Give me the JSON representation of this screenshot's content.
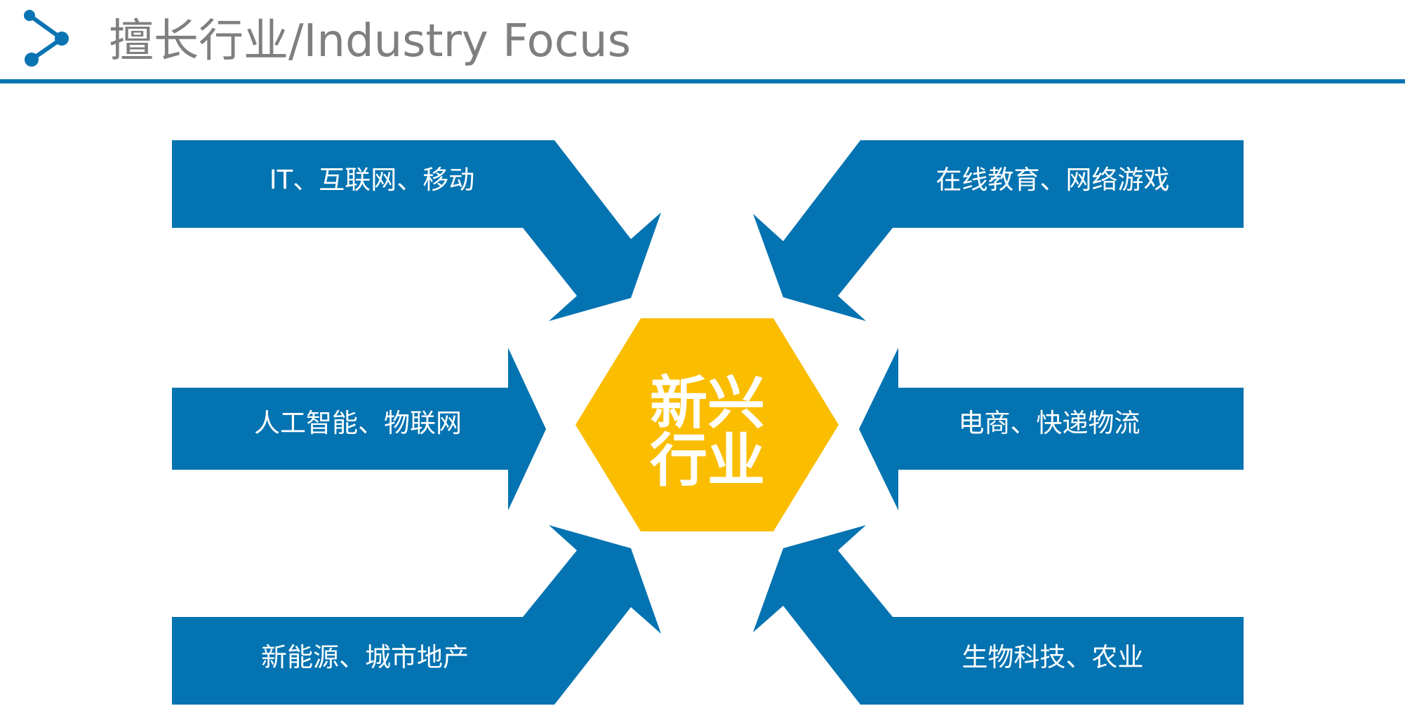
{
  "header": {
    "title": "擅长行业/Industry Focus",
    "icon": "share-network-icon",
    "accent_color": "#0a74b3"
  },
  "diagram": {
    "arrow_color": "#0473b1",
    "hub_color": "#fbbd00",
    "hub": {
      "line1": "新兴",
      "line2": "行业"
    },
    "items": [
      {
        "label": "IT、互联网、移动"
      },
      {
        "label": "人工智能、物联网"
      },
      {
        "label": "新能源、城市地产"
      },
      {
        "label": "在线教育、网络游戏"
      },
      {
        "label": "电商、快递物流"
      },
      {
        "label": "生物科技、农业"
      }
    ]
  }
}
